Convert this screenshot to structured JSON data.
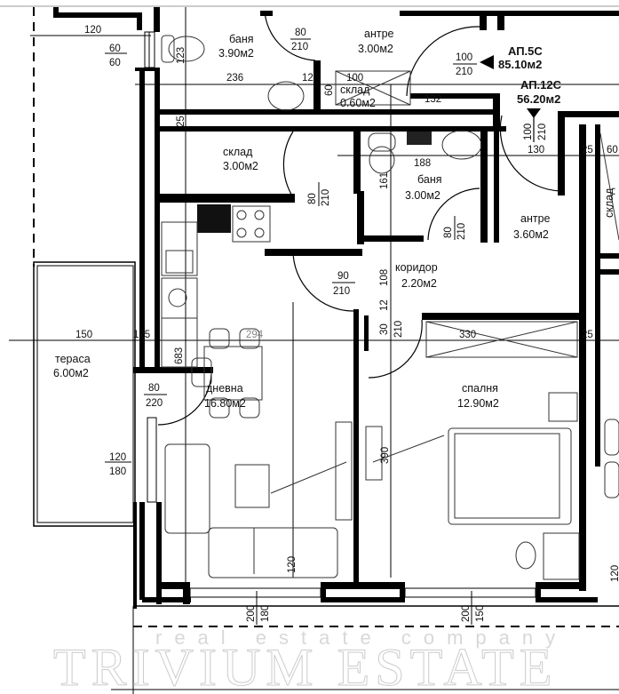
{
  "rooms": [
    {
      "name": "баня",
      "area": "3.90м2"
    },
    {
      "name": "антре",
      "area": "3.00м2"
    },
    {
      "name": "склад",
      "area": "0.60м2"
    },
    {
      "name": "склад",
      "area": "3.00м2"
    },
    {
      "name": "баня",
      "area": "3.00м2"
    },
    {
      "name": "антре",
      "area": "3.60м2"
    },
    {
      "name": "коридор",
      "area": "2.20м2"
    },
    {
      "name": "тераса",
      "area": "6.00м2"
    },
    {
      "name": "дневна",
      "area": "16.80м2"
    },
    {
      "name": "спалня",
      "area": "12.90м2"
    },
    {
      "name": "склад",
      "area": ""
    }
  ],
  "apartments": [
    {
      "name": "АП.5С",
      "area": "85.10м2"
    },
    {
      "name": "АП.12С",
      "area": "56.20м2"
    }
  ],
  "doors": [
    {
      "w": "80",
      "h": "210"
    },
    {
      "w": "100",
      "h": "210"
    },
    {
      "w": "100",
      "h": "210"
    },
    {
      "w": "80",
      "h": "210"
    },
    {
      "w": "80",
      "h": "210"
    },
    {
      "w": "90",
      "h": "210"
    },
    {
      "w": "80",
      "h": "220"
    }
  ],
  "windows": [
    {
      "w": "60",
      "h": "60"
    },
    {
      "w": "120",
      "h": "180"
    },
    {
      "w": "200",
      "h": "180"
    },
    {
      "w": "200",
      "h": "150"
    }
  ],
  "dimensions": [
    "120",
    "123",
    "236",
    "12",
    "100",
    "60",
    "132",
    "25",
    "188",
    "161",
    "130",
    "25",
    "60",
    "108",
    "12",
    "30",
    "210",
    "150",
    "125",
    "294",
    "683",
    "330",
    "25",
    "390",
    "120",
    "120"
  ],
  "watermark": {
    "main": "TRIVIUM ESTATE",
    "sub": "real estate company"
  }
}
